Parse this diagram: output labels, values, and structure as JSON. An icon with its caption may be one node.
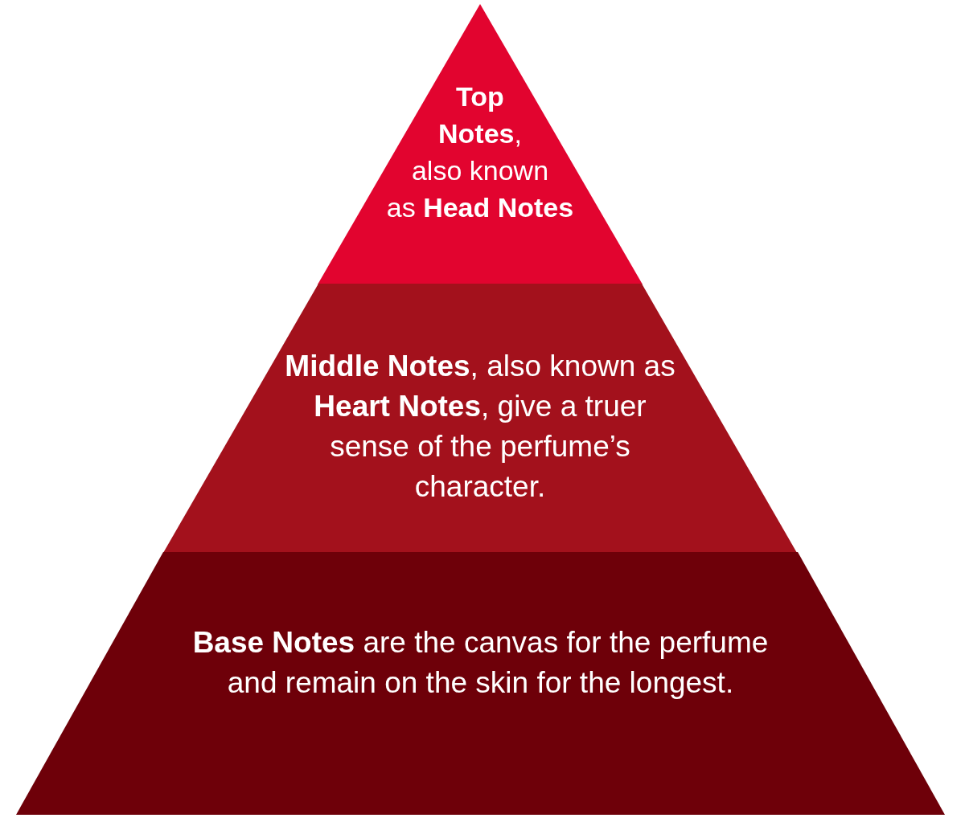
{
  "diagram": {
    "nodes": [
      {
        "text": [
          "**Top Notes**, also known as **Head Notes**"
        ]
      },
      {
        "text": [
          "**Middle Notes**, also known as **Heart Notes**, give a truer sense of the perfume’s character."
        ]
      },
      {
        "text": [
          "**Base Notes** are the canvas for the perfume and remain on the skin for the longest."
        ]
      }
    ]
  }
}
